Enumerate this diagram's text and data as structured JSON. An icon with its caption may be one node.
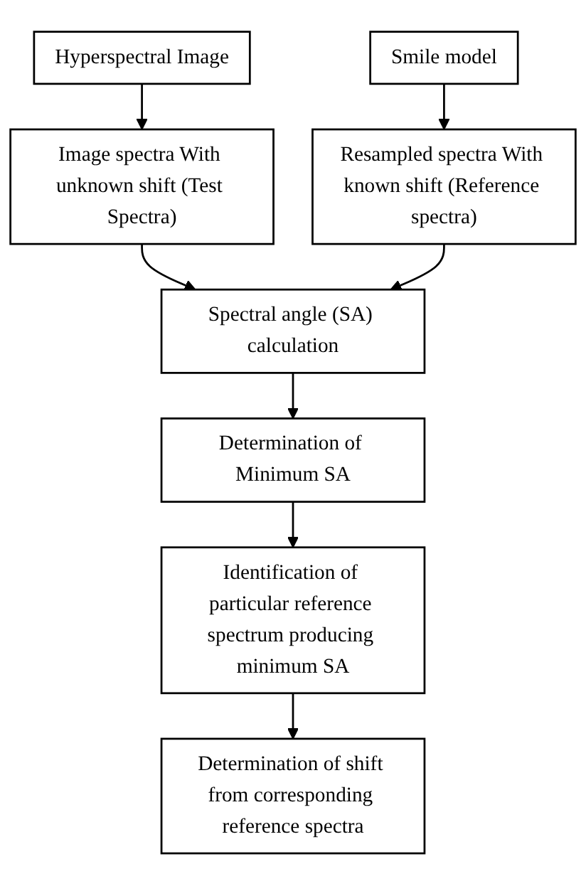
{
  "diagram": {
    "nodes": [
      {
        "text": [
          "Hyperspectral Image"
        ]
      },
      {
        "text": [
          "Smile model"
        ]
      },
      {
        "text": [
          "Image spectra With unknown shift (Test Spectra)"
        ]
      },
      {
        "text": [
          "Resampled spectra With known shift (Reference spectra)"
        ]
      },
      {
        "text": [
          "Spectral angle (SA) calculation"
        ]
      },
      {
        "text": [
          "Determination of Minimum SA"
        ]
      },
      {
        "text": [
          "Identification of particular reference spectrum producing minimum SA"
        ]
      },
      {
        "text": [
          "Determination of shift from corresponding reference spectra"
        ]
      }
    ],
    "edges": [
      {
        "from": 0,
        "to": 2,
        "arrow": "to"
      },
      {
        "from": 1,
        "to": 3,
        "arrow": "to"
      },
      {
        "from": 2,
        "to": 4,
        "arrow": "to"
      },
      {
        "from": 3,
        "to": 4,
        "arrow": "to"
      },
      {
        "from": 4,
        "to": 5,
        "arrow": "to"
      },
      {
        "from": 5,
        "to": 6,
        "arrow": "to"
      },
      {
        "from": 6,
        "to": 7,
        "arrow": "to"
      }
    ]
  }
}
